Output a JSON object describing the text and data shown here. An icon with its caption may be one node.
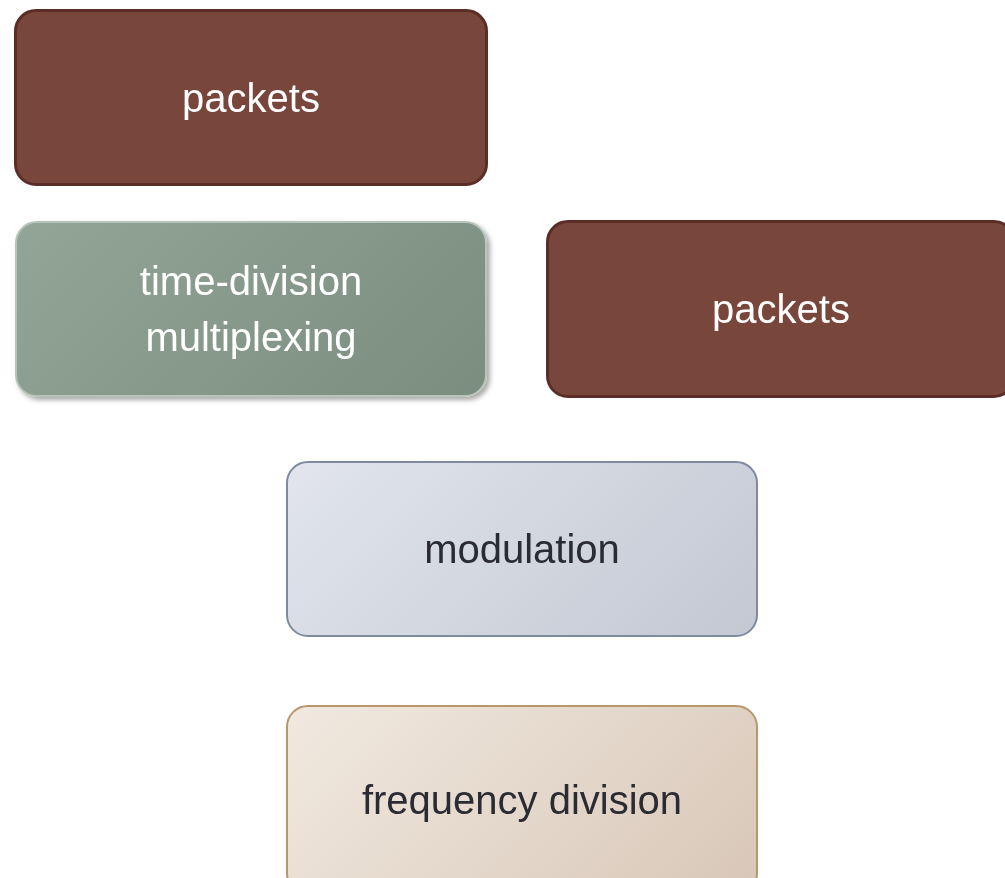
{
  "diagram": {
    "nodes": [
      {
        "text": [
          "packets"
        ]
      },
      {
        "text": [
          "time-division multiplexing"
        ]
      },
      {
        "text": [
          "packets"
        ]
      },
      {
        "text": [
          "modulation"
        ]
      },
      {
        "text": [
          "frequency division"
        ]
      }
    ]
  }
}
